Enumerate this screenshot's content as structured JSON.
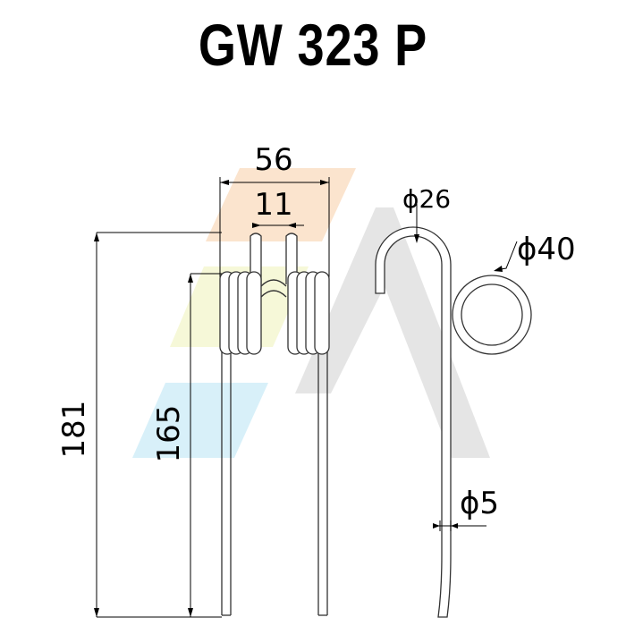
{
  "title": "GW 323 P",
  "dimensions": {
    "total_width": "56",
    "inner_gap": "11",
    "total_height": "181",
    "leg_height": "165",
    "hook_diameter": "ϕ26",
    "coil_diameter": "ϕ40",
    "wire_diameter": "ϕ5"
  },
  "colors": {
    "line": "#000000",
    "wire": "#333333",
    "watermark_orange": "#f5c89a",
    "watermark_yellow": "#eef2b8",
    "watermark_blue": "#bde6f5",
    "watermark_gray": "#d9d9d9"
  }
}
